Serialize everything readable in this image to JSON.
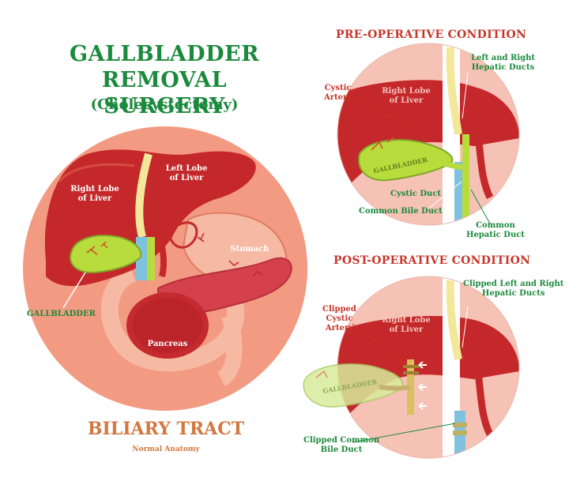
{
  "title_line1": "GALLBLADDER REMOVAL",
  "title_line2": "SURGERY",
  "subtitle": "(Cholecystectomy)",
  "main": {
    "right_lobe": [
      "Right Lobe",
      "of Liver"
    ],
    "left_lobe": [
      "Left Lobe",
      "of Liver"
    ],
    "stomach": "Stomach",
    "pancreas": "Pancreas",
    "gallbladder": "GALLBLADDER",
    "footer_title": "BILIARY TRACT",
    "footer_sub": "Normal Anatomy"
  },
  "pre": {
    "heading": "PRE-OPERATIVE CONDITION",
    "hepatic_ducts": [
      "Left and Right",
      "Hepatic Ducts"
    ],
    "cystic_artery": [
      "Cystic",
      "Artery"
    ],
    "right_lobe": [
      "Right Lobe",
      "of Liver"
    ],
    "gallbladder": "GALLBLADDER",
    "cystic_duct": "Cystic Duct",
    "common_bile": "Common Bile Duct",
    "common_hepatic": [
      "Common",
      "Hepatic Duct"
    ]
  },
  "post": {
    "heading": "POST-OPERATIVE CONDITION",
    "clipped_hepatic": [
      "Clipped Left and Right",
      "Hepatic Ducts"
    ],
    "clipped_cystic": [
      "Clipped",
      "Cystic",
      "Artery"
    ],
    "right_lobe": [
      "Right Lobe",
      "of Liver"
    ],
    "gallbladder": "GALLBLADDER",
    "clipped_common": [
      "Clipped Common",
      "Bile Duct"
    ]
  },
  "colors": {
    "green": "#1b8a3c",
    "red": "#c7362b",
    "circle_bg": "#f39a82",
    "liver": "#c4282a",
    "gallbladder": "#b8dc3c",
    "duct_yellow": "#f3e79a",
    "duct_blue": "#7fc2e0",
    "footer": "#d27840"
  }
}
